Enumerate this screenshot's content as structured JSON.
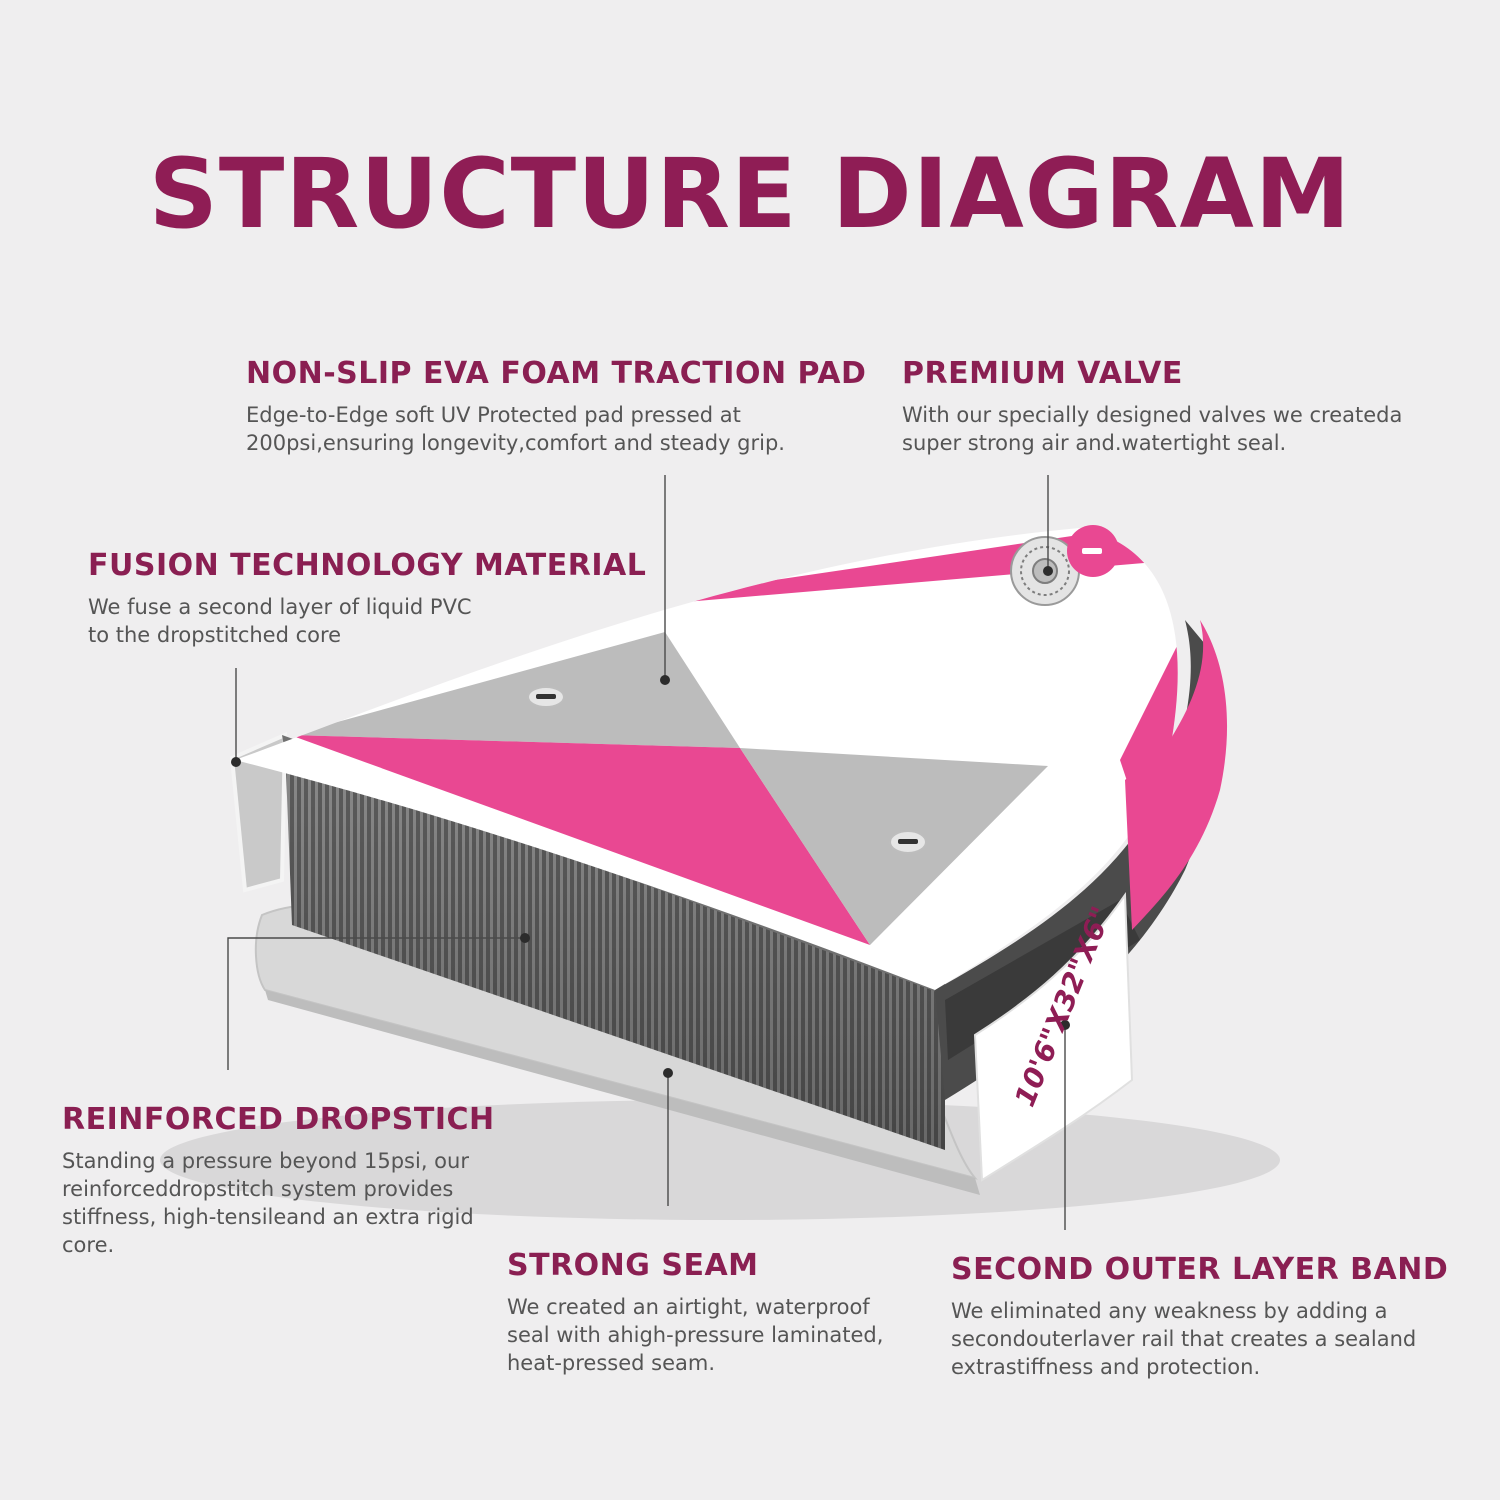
{
  "title": "STRUCTURE DIAGRAM",
  "colors": {
    "title": "#8f1d55",
    "heading": "#8a1f52",
    "body_text": "#555555",
    "accent_pink": "#e94892",
    "deck_gray": "#bcbcbc",
    "background": "#efeeef"
  },
  "board_label": "10'6\"X32\"X6\"",
  "callouts": {
    "traction_pad": {
      "heading": "NON-SLIP EVA FOAM TRACTION PAD",
      "lines": [
        "Edge-to-Edge soft UV Protected pad pressed at",
        "200psi,ensuring longevity,comfort and steady grip."
      ]
    },
    "valve": {
      "heading": "PREMIUM VALVE",
      "lines": [
        "With our specially designed valves we createda",
        "super strong air and.watertight seal."
      ]
    },
    "fusion": {
      "heading": "FUSION TECHNOLOGY MATERIAL",
      "lines": [
        "We fuse a second layer of liquid PVC",
        "to the dropstitched core"
      ]
    },
    "dropstitch": {
      "heading": "REINFORCED DROPSTICH",
      "lines": [
        "Standing a pressure beyond 15psi, our",
        "reinforceddropstitch system provides",
        "stiffness, high-tensileand an extra rigid",
        "core."
      ]
    },
    "seam": {
      "heading": "STRONG SEAM",
      "lines": [
        "We created an airtight, waterproof",
        "seal with ahigh-pressure laminated,",
        "heat-pressed seam."
      ]
    },
    "band": {
      "heading": "SECOND OUTER LAYER BAND",
      "lines": [
        "We eliminated any weakness by adding a",
        "secondouterlaver rail that creates a sealand",
        "extrastiffness and protection."
      ]
    }
  }
}
